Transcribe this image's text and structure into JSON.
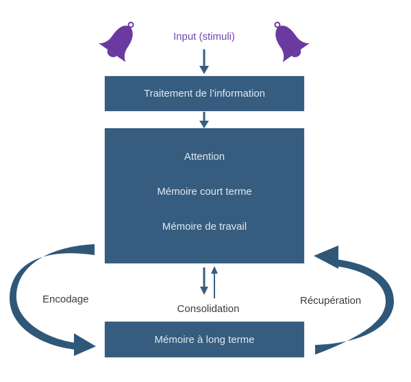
{
  "diagram": {
    "title": "Memory processing model",
    "input": {
      "label": "Input (stimuli)",
      "icon": "bell-icon",
      "icon_color": "#6a3aa0",
      "text_color": "#7445b3"
    },
    "boxes": {
      "processing": {
        "label": "Traitement de l’information"
      },
      "working_memory": {
        "items": [
          "Attention",
          "Mémoire court terme",
          "Mémoire de travail"
        ]
      },
      "long_term": {
        "label": "Mémoire à long terme"
      }
    },
    "edges": {
      "encoding": {
        "label": "Encodage",
        "from": "working_memory",
        "to": "long_term"
      },
      "consolidation": {
        "label": "Consolidation",
        "between": [
          "working_memory",
          "long_term"
        ],
        "direction": "bidirectional"
      },
      "retrieval": {
        "label": "Récupération",
        "from": "long_term",
        "to": "working_memory"
      }
    },
    "colors": {
      "box_fill": "#365d7f",
      "box_text": "#dfe7ef",
      "arrow": "#365d7f",
      "label_text": "#3a3a3a"
    }
  }
}
